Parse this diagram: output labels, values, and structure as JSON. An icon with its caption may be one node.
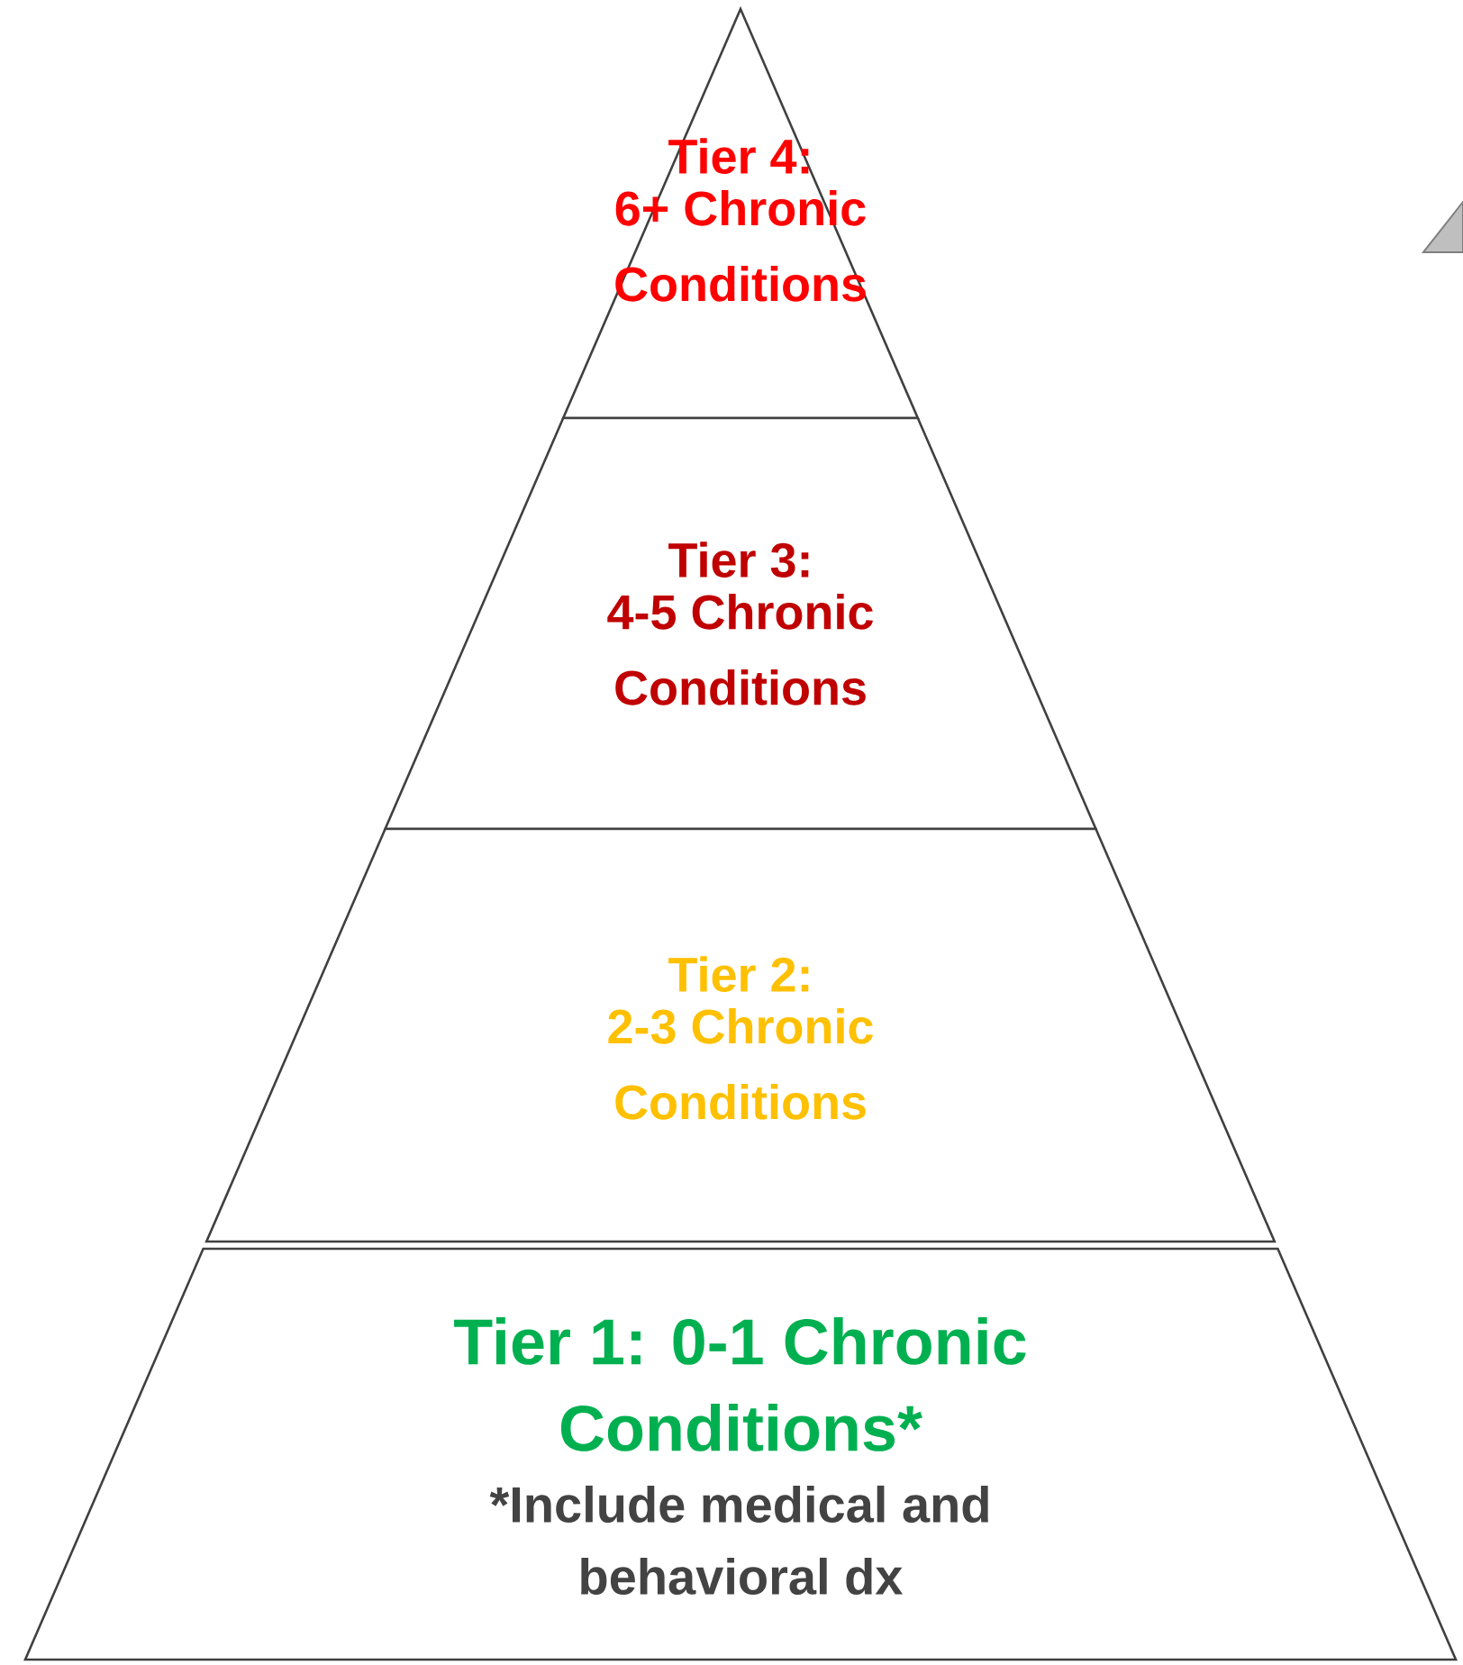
{
  "diagram": {
    "nodes": [
      {
        "text": [
          "Tier 4:",
          "6+ Chronic Conditions"
        ]
      },
      {
        "text": [
          "Tier 3:",
          "4-5 Chronic Conditions"
        ]
      },
      {
        "text": [
          "Tier 2:",
          "2-3 Chronic Conditions"
        ]
      },
      {
        "text": [
          "Tier 1: 0-1 Chronic Conditions*",
          "*Include medical and behavioral dx"
        ]
      }
    ]
  }
}
